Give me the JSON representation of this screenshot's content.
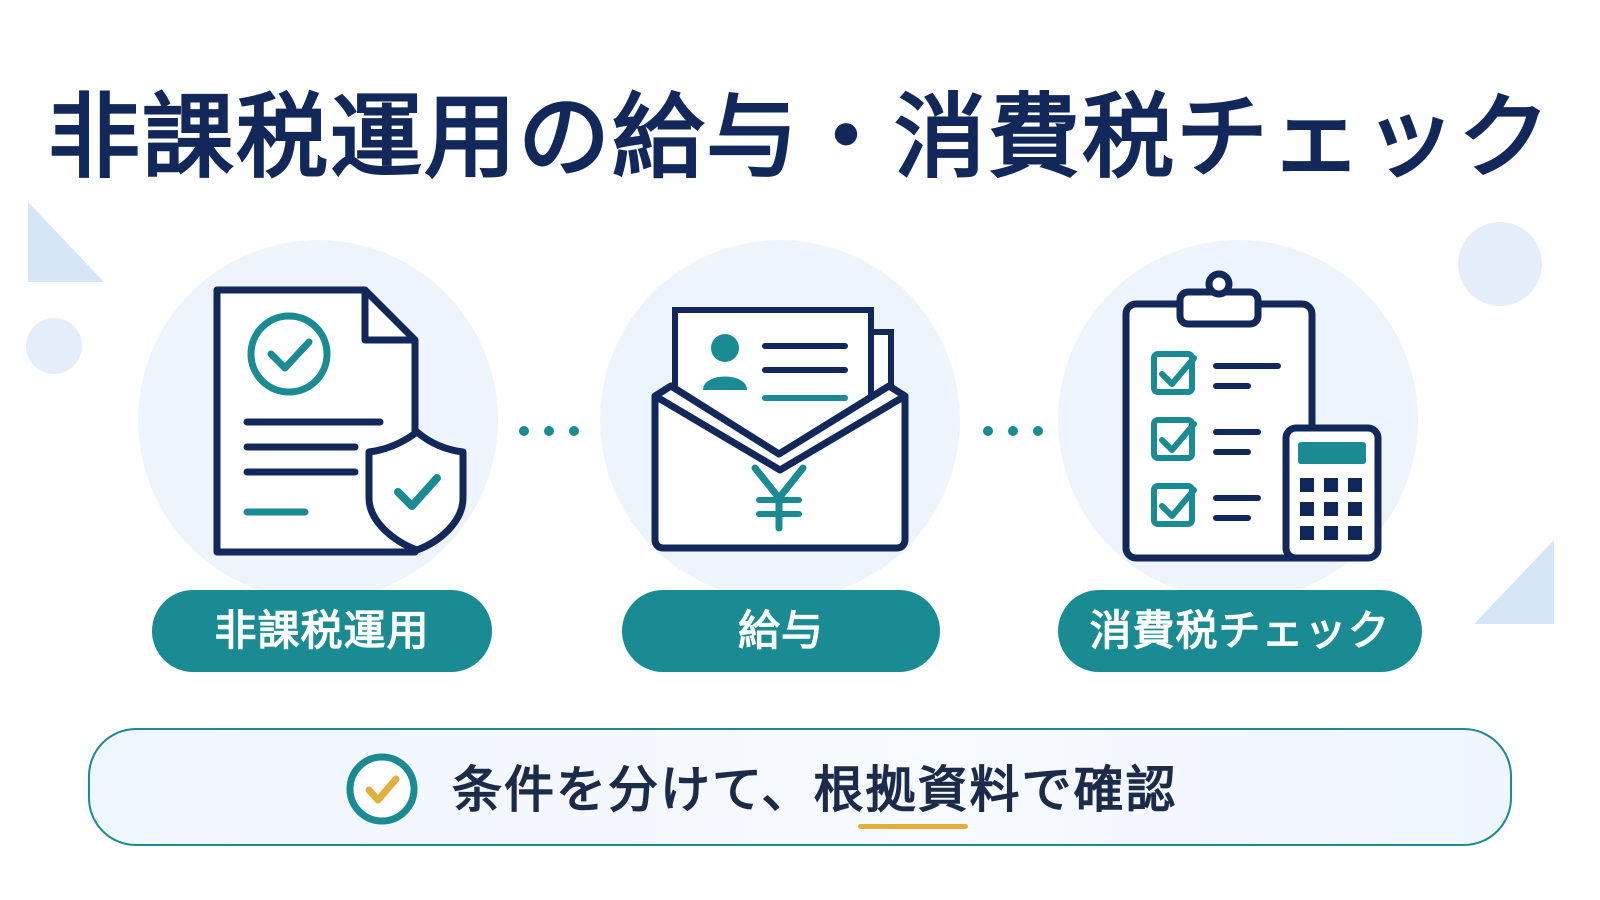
{
  "title": "非課税運用の給与・消費税チェック",
  "steps": [
    {
      "label": "非課税運用",
      "icon": "document-shield-check-icon"
    },
    {
      "label": "給与",
      "icon": "payslip-envelope-yen-icon"
    },
    {
      "label": "消費税チェック",
      "icon": "checklist-calculator-icon"
    }
  ],
  "banner": {
    "text": "条件を分けて、根拠資料で確認",
    "icon": "check-circle-icon"
  },
  "colors": {
    "navy": "#12285a",
    "teal": "#1a8a93",
    "gold": "#e2ae3c",
    "circle_bg": "#eef4fb",
    "deco": "#d6e6f7"
  }
}
